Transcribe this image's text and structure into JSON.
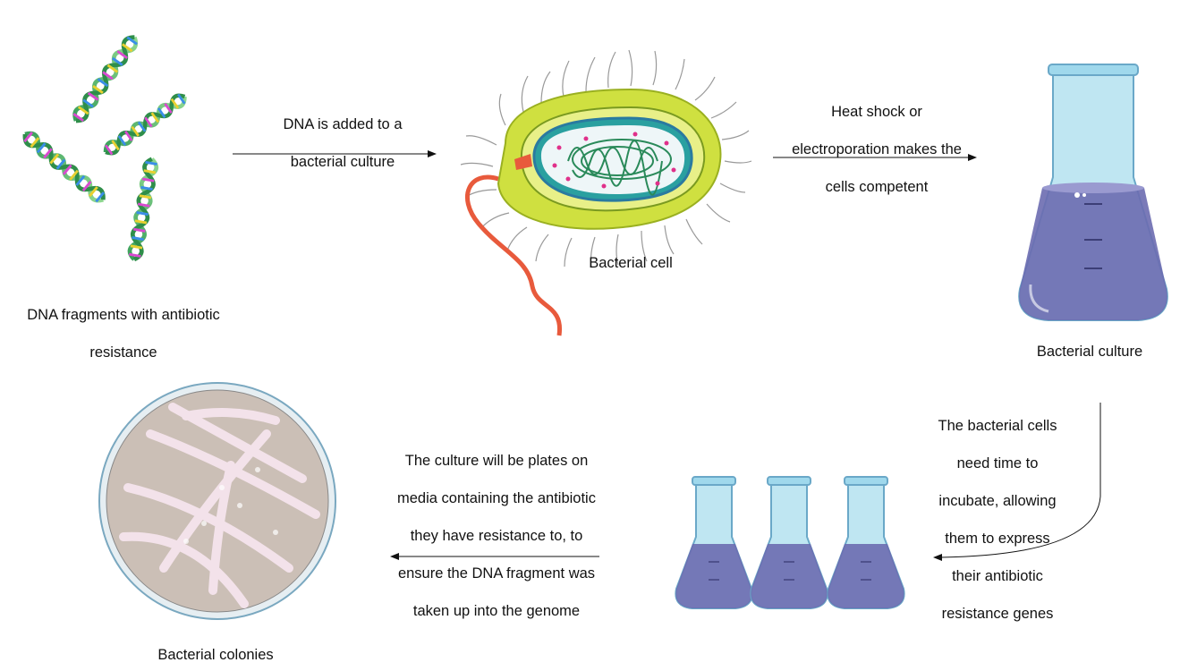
{
  "labels": {
    "dna_fragments": [
      "DNA fragments with antibiotic",
      "resistance"
    ],
    "bacterial_cell": "Bacterial cell",
    "bacterial_culture": "Bacterial culture",
    "bacterial_colonies": "Bacterial colonies"
  },
  "steps": {
    "add_dna": [
      "DNA is added to a",
      "bacterial culture"
    ],
    "competence": [
      "Heat shock or",
      "electroporation makes the",
      "cells competent"
    ],
    "incubate": [
      "The bacterial cells",
      "need time to",
      "incubate, allowing",
      "them to express",
      "their antibiotic",
      "resistance genes"
    ],
    "plating": [
      "The culture will be plates on",
      "media containing the antibiotic",
      "they have resistance to, to",
      "ensure the DNA fragment was",
      "taken up into the genome"
    ]
  },
  "colors": {
    "dna_backbone": "#5fbf6a",
    "cell_wall": "#c8dc3c",
    "flagellum": "#e85a3c",
    "liquid": "#6c6cb0",
    "glass": "#bfe6f2",
    "plate": "#cbbfb6",
    "colony": "#f8e6f0"
  }
}
